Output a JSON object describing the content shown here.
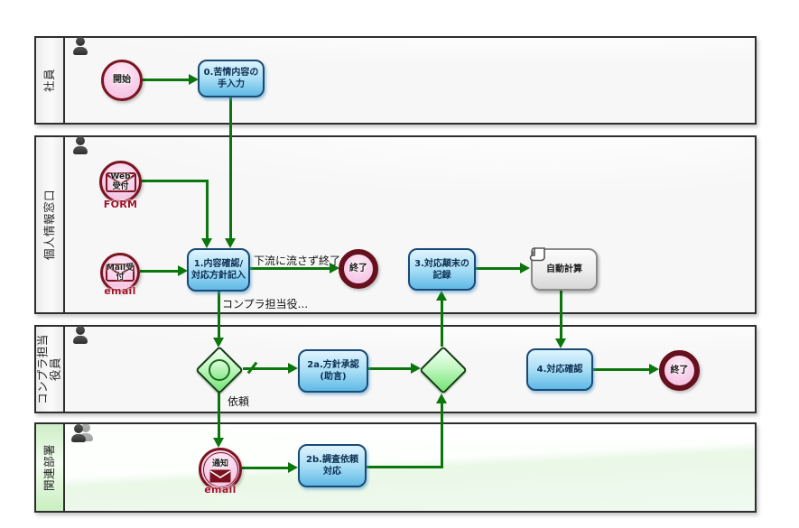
{
  "lanes": [
    {
      "label": "社員"
    },
    {
      "label": "個人情報窓口"
    },
    {
      "label": "コンプラ担当役員"
    },
    {
      "label": "関連部署"
    }
  ],
  "nodes": {
    "start": {
      "label": "開始"
    },
    "task0": {
      "label": "0.苦情内容の\n手入力"
    },
    "web_start": {
      "label": "Web\n受付",
      "badge": "FORM"
    },
    "mail_start": {
      "label": "Mail受\n付",
      "badge": "email"
    },
    "task1": {
      "label": "1.内容確認/\n対応方針記入"
    },
    "end_lane2": {
      "label": "終了"
    },
    "task3": {
      "label": "3.対応顛末の\n記録"
    },
    "script_task": {
      "label": "自動計算"
    },
    "task2a": {
      "label": "2a.方針承認\n(助言)"
    },
    "task4": {
      "label": "4.対応確認"
    },
    "end_lane3": {
      "label": "終了"
    },
    "notify": {
      "label": "通知",
      "badge": "email"
    },
    "task2b": {
      "label": "2b.調査依頼\n対応"
    }
  },
  "edge_labels": {
    "terminate": "下流に流さず終了",
    "to_compliance": "コンプラ担当役...",
    "request": "依頼"
  },
  "colors": {
    "flow_green": "#0b760b",
    "task_fill": "#a6ddf5",
    "task_border": "#1a4a74",
    "event_fill": "#f7cce8",
    "event_border": "#7a1420",
    "gateway_fill": "#8ce88c",
    "lane4_tint": "#eaf8e7"
  }
}
